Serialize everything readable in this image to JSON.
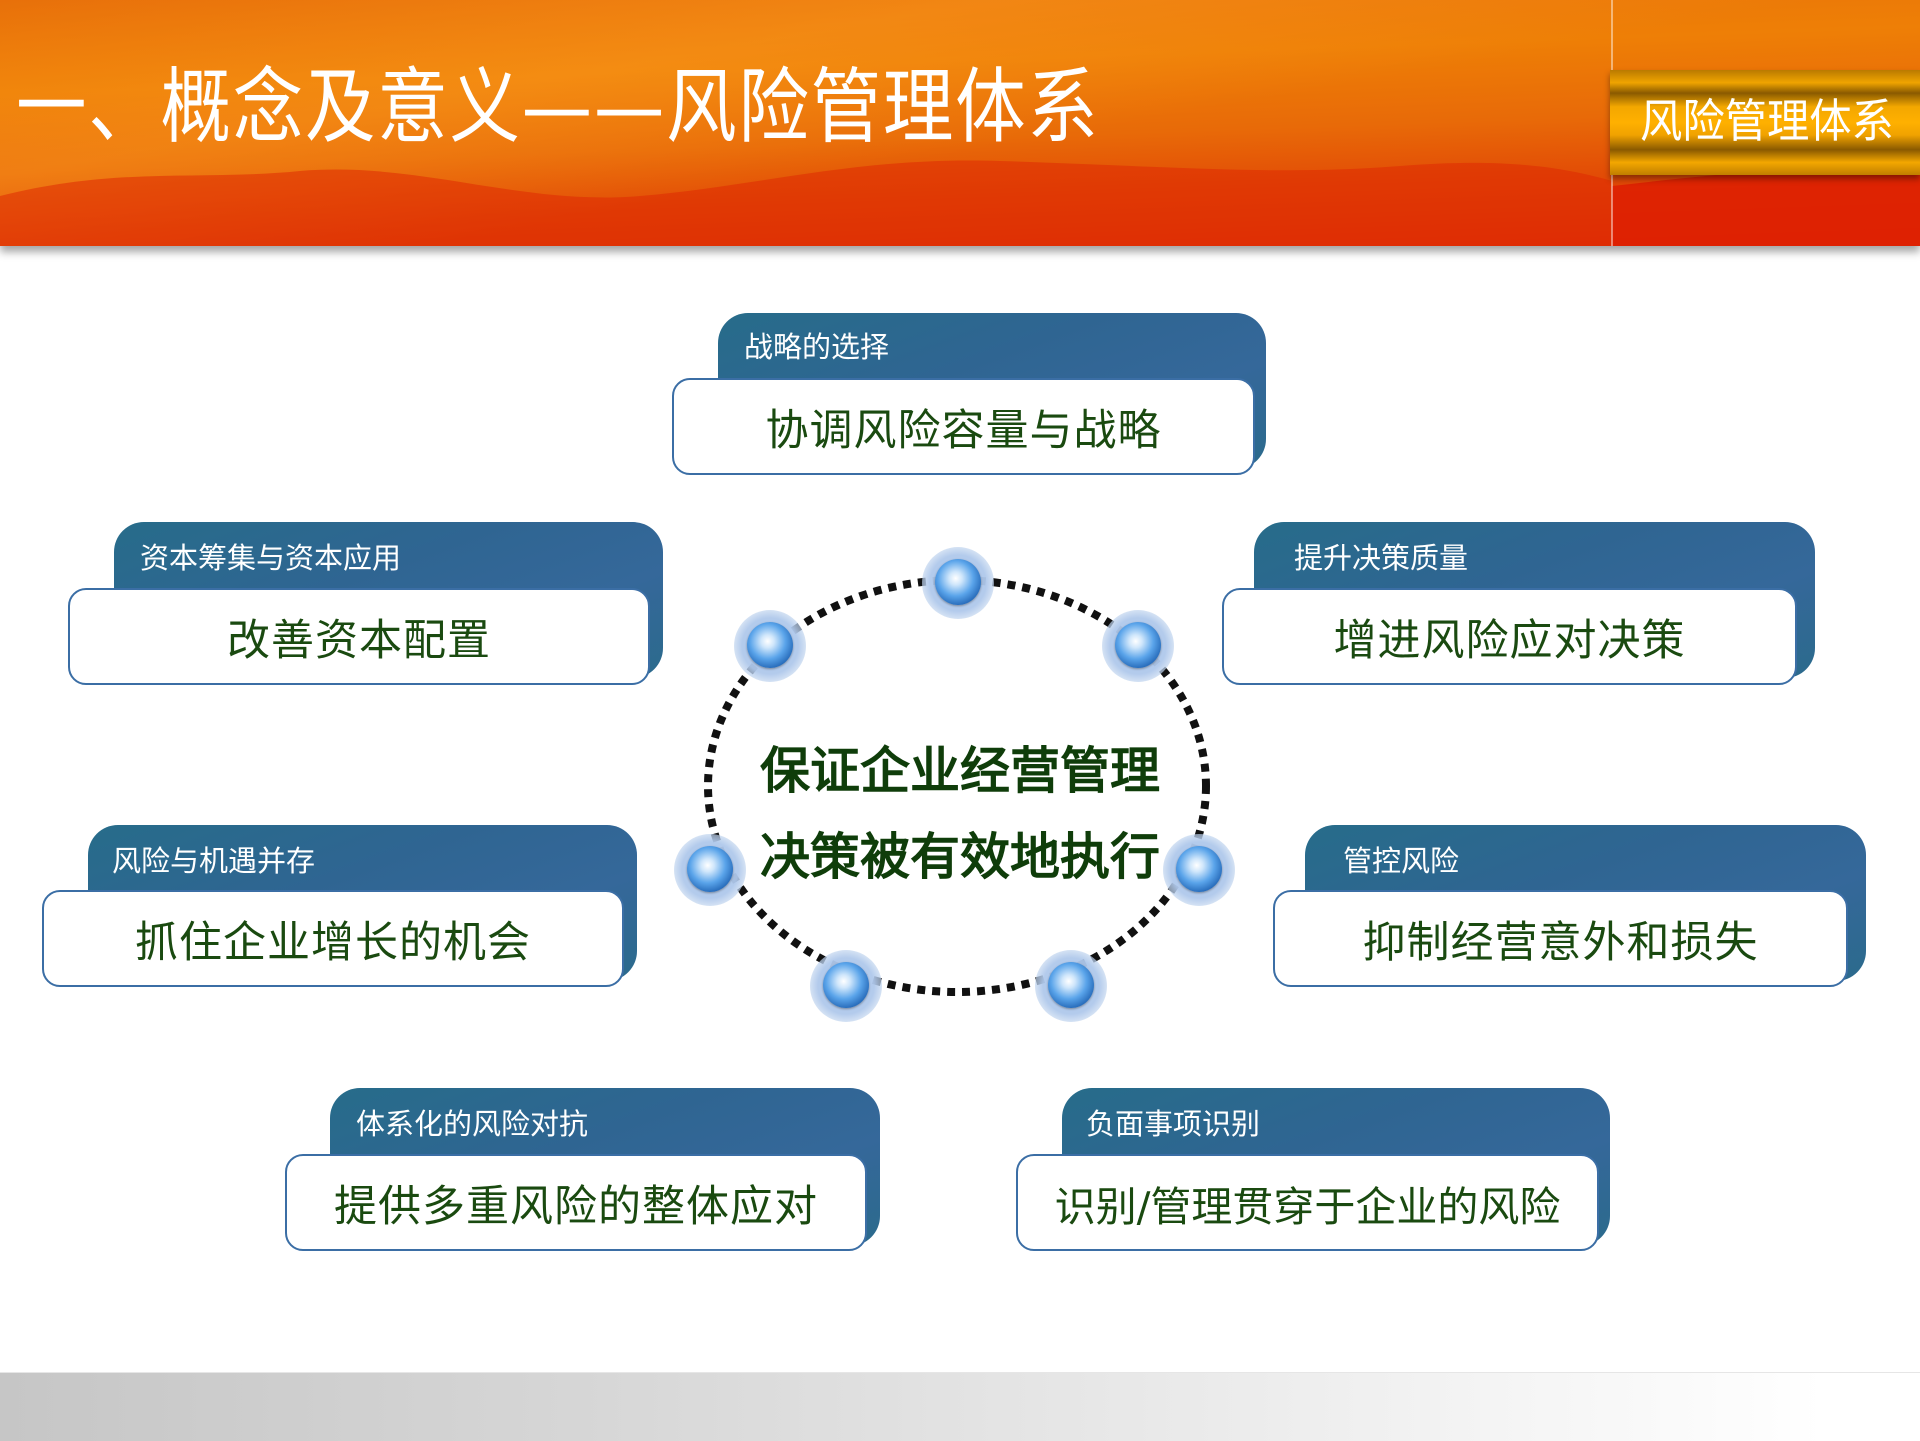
{
  "header": {
    "title": "一、概念及意义——风险管理体系",
    "section_tab": "风险管理体系"
  },
  "diagram": {
    "center_text": {
      "line1": "保证企业经营管理",
      "line2": "决策被有效地执行"
    },
    "ring": {
      "style": "dotted-ellipse",
      "node_count": 7,
      "node_icon": "blue-sphere-icon"
    },
    "cards": [
      {
        "label": "战略的选择",
        "text": "协调风险容量与战略"
      },
      {
        "label": "资本筹集与资本应用",
        "text": "改善资本配置"
      },
      {
        "label": "提升决策质量",
        "text": "增进风险应对决策"
      },
      {
        "label": "风险与机遇并存",
        "text": "抓住企业增长的机会"
      },
      {
        "label": "管控风险",
        "text": "抑制经营意外和损失"
      },
      {
        "label": "体系化的风险对抗",
        "text": "提供多重风险的整体应对"
      },
      {
        "label": "负面事项识别",
        "text": "识别/管理贯穿于企业的风险"
      }
    ]
  },
  "colors": {
    "header_orange": "#e8700a",
    "header_red": "#de2a04",
    "tab_gold": "#f0a400",
    "card_blue": "#2f6592",
    "card_border": "#3b6ea5",
    "text_green": "#1a4a10",
    "center_green": "#0f3d0a"
  }
}
